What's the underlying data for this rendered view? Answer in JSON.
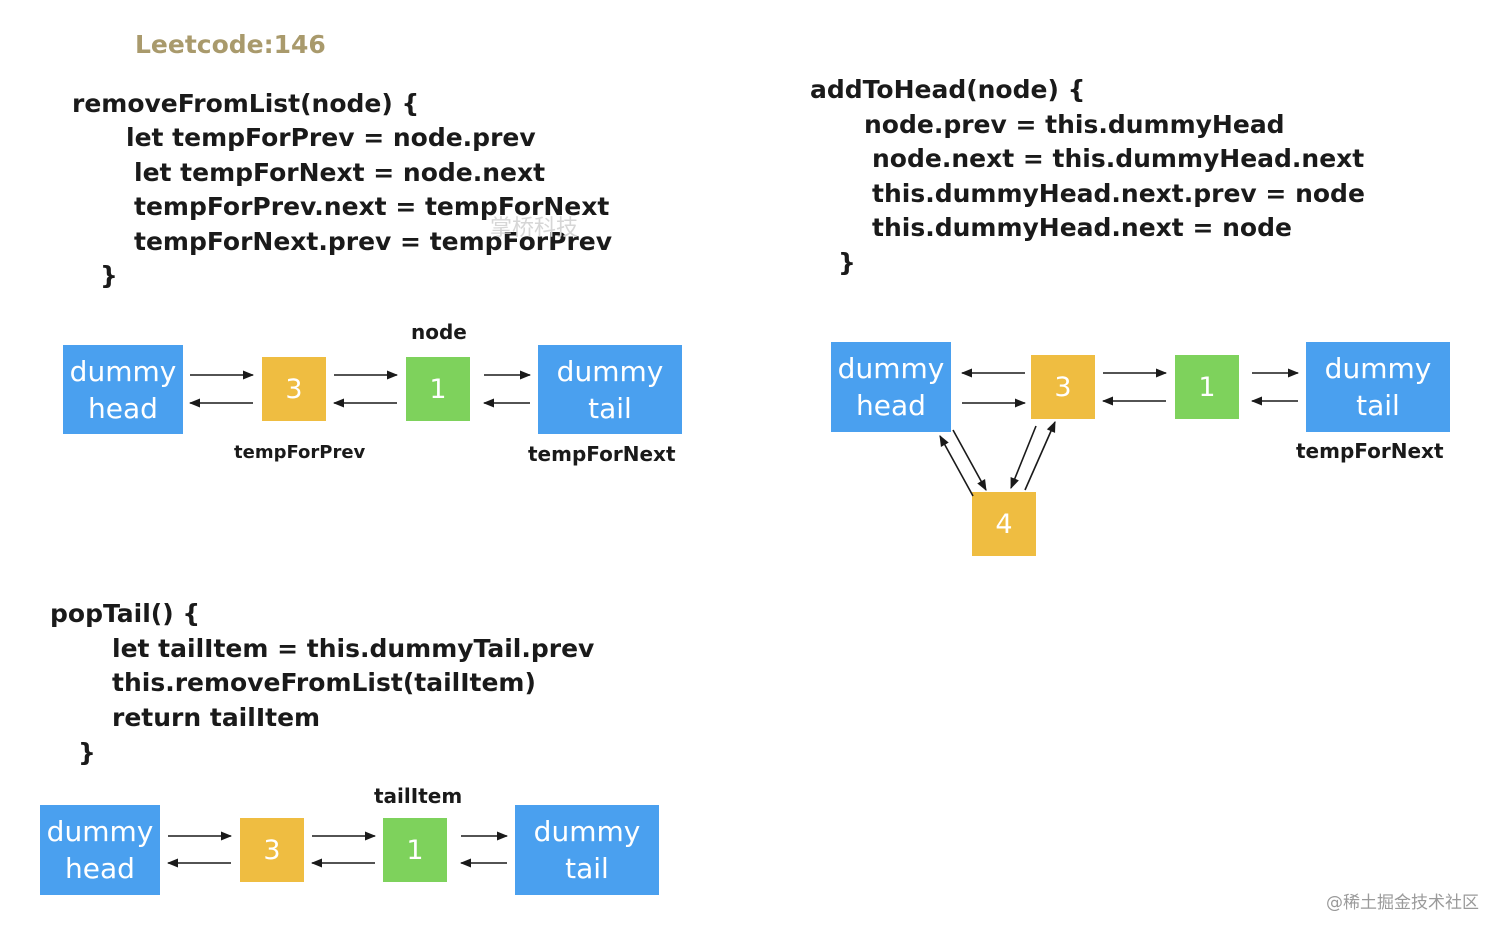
{
  "title": "Leetcode:146",
  "remove": {
    "lines": [
      "removeFromList(node) {",
      "let tempForPrev = node.prev",
      "let tempForNext = node.next",
      "tempForPrev.next = tempForNext",
      "tempForNext.prev = tempForPrev",
      "}"
    ],
    "diagram": {
      "head": [
        "dummy",
        "head"
      ],
      "n1": "3",
      "n2": "1",
      "tail": [
        "dummy",
        "tail"
      ],
      "label_node": "node",
      "label_prev": "tempForPrev",
      "label_next": "tempForNext"
    }
  },
  "add": {
    "lines": [
      "addToHead(node) {",
      "node.prev = this.dummyHead",
      "node.next = this.dummyHead.next",
      "this.dummyHead.next.prev = node",
      "this.dummyHead.next = node",
      "}"
    ],
    "diagram": {
      "head": [
        "dummy",
        "head"
      ],
      "n1": "3",
      "n2": "1",
      "tail": [
        "dummy",
        "tail"
      ],
      "n4": "4",
      "label_next": "tempForNext"
    }
  },
  "pop": {
    "lines": [
      "popTail() {",
      "let tailItem = this.dummyTail.prev",
      "this.removeFromList(tailItem)",
      "return tailItem",
      "}"
    ],
    "diagram": {
      "head": [
        "dummy",
        "head"
      ],
      "n1": "3",
      "n2": "1",
      "tail": [
        "dummy",
        "tail"
      ],
      "label_item": "tailItem"
    }
  },
  "watermark": "@稀土掘金技术社区",
  "overlay_mark": "掌桥科技",
  "colors": {
    "dummy": "#4aa0ef",
    "yellow": "#efbd41",
    "green": "#7ed25c",
    "title": "#a99a6c"
  }
}
